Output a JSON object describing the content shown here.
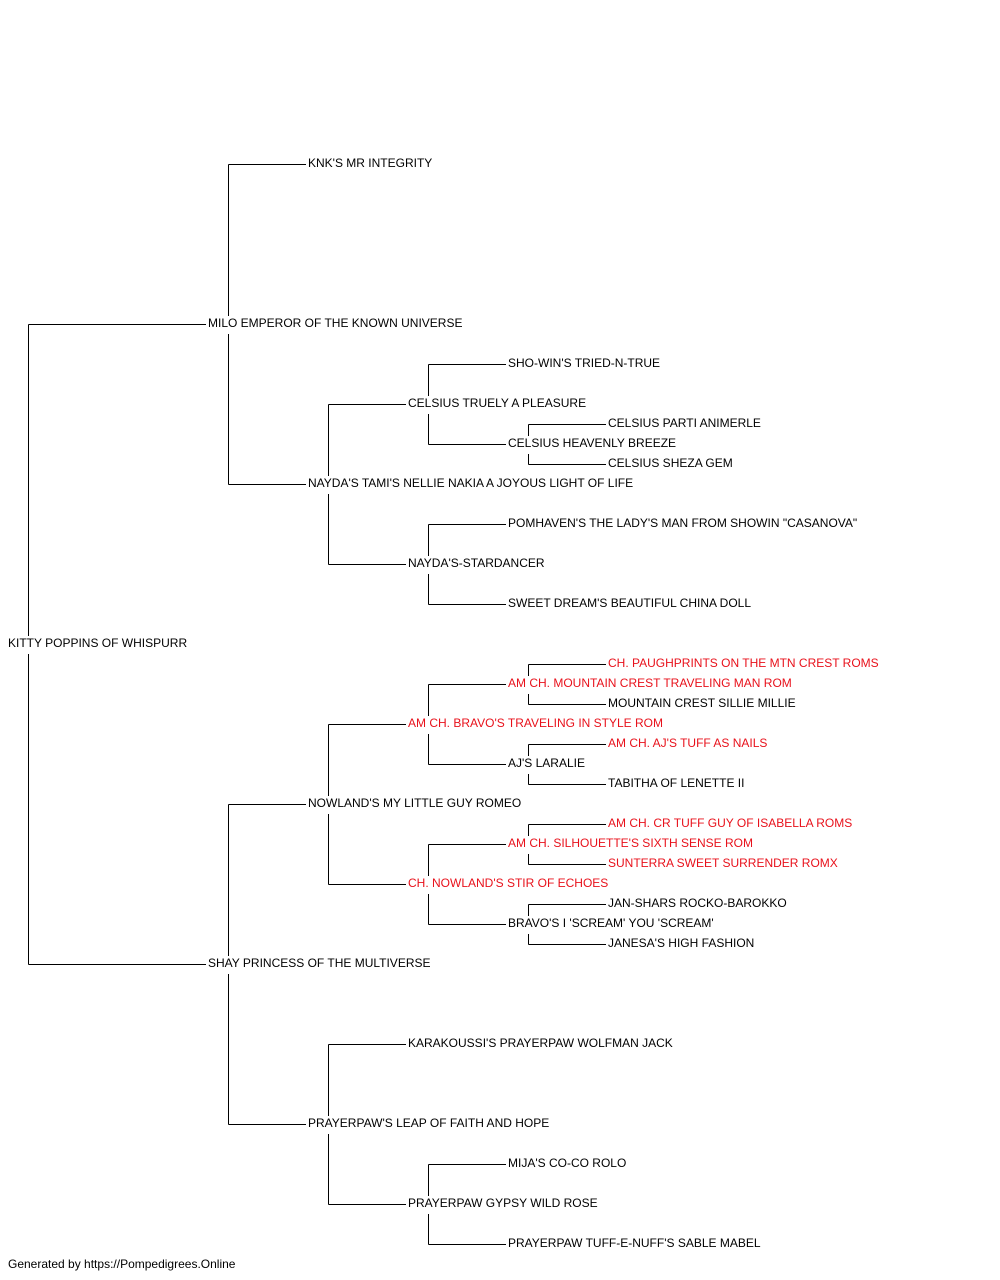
{
  "colors": {
    "normal": "#000000",
    "champion": "#e8111b",
    "line": "#000000"
  },
  "pedigree": {
    "name": "KITTY POPPINS OF WHISPURR",
    "sire": {
      "name": "MILO EMPEROR OF THE KNOWN UNIVERSE",
      "sire": {
        "name": "KNK'S MR INTEGRITY"
      },
      "dam": {
        "name": "NAYDA'S TAMI'S NELLIE NAKIA A JOYOUS LIGHT OF LIFE",
        "sire": {
          "name": "CELSIUS TRUELY A PLEASURE",
          "sire": {
            "name": "SHO-WIN'S TRIED-N-TRUE"
          },
          "dam": {
            "name": "CELSIUS HEAVENLY BREEZE",
            "sire": {
              "name": "CELSIUS PARTI ANIMERLE"
            },
            "dam": {
              "name": "CELSIUS SHEZA GEM"
            }
          }
        },
        "dam": {
          "name": "NAYDA'S-STARDANCER",
          "sire": {
            "name": "POMHAVEN'S THE LADY'S MAN FROM SHOWIN \"CASANOVA\""
          },
          "dam": {
            "name": "SWEET DREAM'S BEAUTIFUL CHINA DOLL"
          }
        }
      }
    },
    "dam": {
      "name": "SHAY PRINCESS OF THE MULTIVERSE",
      "sire": {
        "name": "NOWLAND'S MY LITTLE GUY ROMEO",
        "sire": {
          "name": "AM CH. BRAVO'S TRAVELING IN STYLE ROM",
          "champion": true,
          "sire": {
            "name": "AM CH. MOUNTAIN CREST TRAVELING MAN ROM",
            "champion": true,
            "sire": {
              "name": "CH. PAUGHPRINTS ON THE MTN CREST ROMS",
              "champion": true
            },
            "dam": {
              "name": "MOUNTAIN CREST SILLIE MILLIE"
            }
          },
          "dam": {
            "name": "AJ'S LARALIE",
            "sire": {
              "name": "AM CH. AJ'S TUFF AS NAILS",
              "champion": true
            },
            "dam": {
              "name": "TABITHA OF LENETTE II"
            }
          }
        },
        "dam": {
          "name": "CH. NOWLAND'S STIR OF ECHOES",
          "champion": true,
          "sire": {
            "name": "AM CH. SILHOUETTE'S SIXTH SENSE ROM",
            "champion": true,
            "sire": {
              "name": "AM CH. CR TUFF GUY OF ISABELLA ROMS",
              "champion": true
            },
            "dam": {
              "name": "SUNTERRA SWEET SURRENDER ROMX",
              "champion": true
            }
          },
          "dam": {
            "name": "BRAVO'S I 'SCREAM' YOU 'SCREAM'",
            "sire": {
              "name": "JAN-SHARS ROCKO-BAROKKO"
            },
            "dam": {
              "name": "JANESA'S HIGH FASHION"
            }
          }
        }
      },
      "dam": {
        "name": "PRAYERPAW'S LEAP OF FAITH AND HOPE",
        "sire": {
          "name": "KARAKOUSSI'S PRAYERPAW WOLFMAN JACK"
        },
        "dam": {
          "name": "PRAYERPAW GYPSY WILD ROSE",
          "sire": {
            "name": "MIJA'S CO-CO ROLO"
          },
          "dam": {
            "name": "PRAYERPAW TUFF-E-NUFF'S SABLE MABEL"
          }
        }
      }
    }
  },
  "footer": "Generated by https://Pompedigrees.Online"
}
